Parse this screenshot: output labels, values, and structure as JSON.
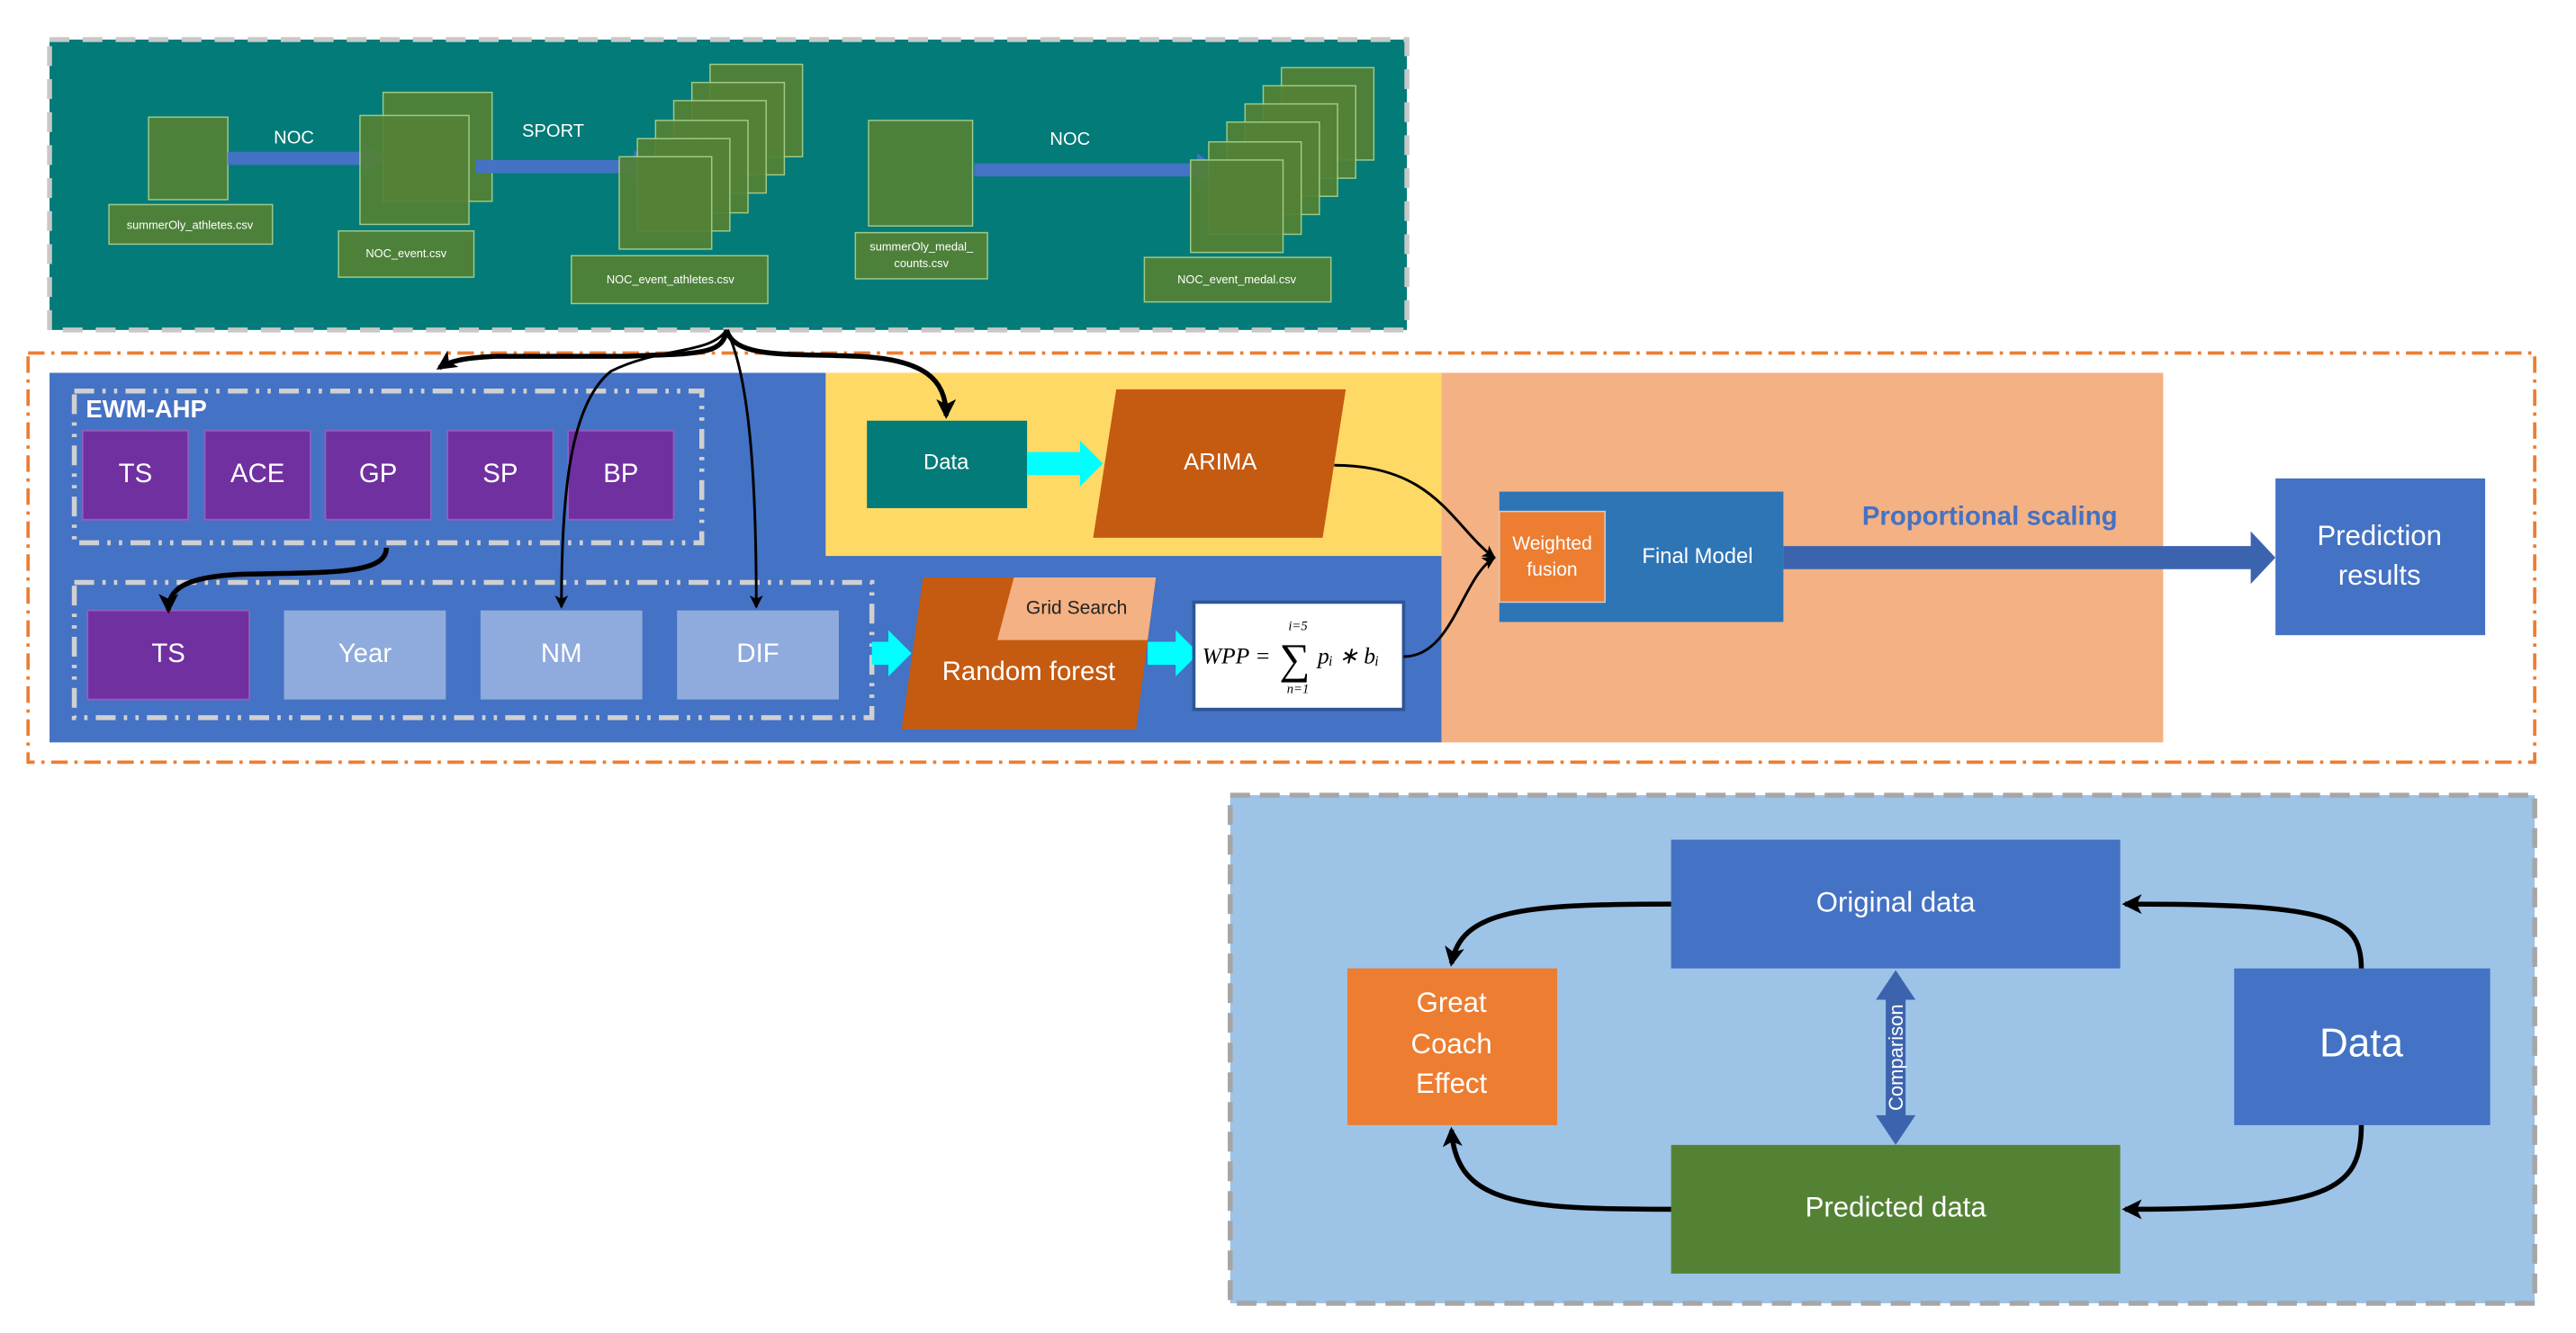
{
  "data_prep": {
    "files": {
      "athletes": "summerOly_athletes.csv",
      "noc_event": "NOC_event.csv",
      "noc_event_athletes": "NOC_event_athletes.csv",
      "medal_counts_line1": "summerOly_medal_",
      "medal_counts_line2": "counts.csv",
      "noc_event_medal": "NOC_event_medal.csv"
    },
    "arrows": {
      "noc_1": "NOC",
      "sport": "SPORT",
      "noc_2": "NOC"
    }
  },
  "ewm_ahp": {
    "title": "EWM-AHP",
    "indicators": [
      "TS",
      "ACE",
      "GP",
      "SP",
      "BP"
    ]
  },
  "features": [
    "TS",
    "Year",
    "NM",
    "DIF"
  ],
  "arima_branch": {
    "data": "Data",
    "model": "ARIMA"
  },
  "rf_branch": {
    "model": "Random forest",
    "tuning": "Grid Search",
    "formula": {
      "lhs": "WPP =",
      "sigma": "∑",
      "upper": "i=5",
      "lower": "n=1",
      "body": "pᵢ ∗ bᵢ"
    }
  },
  "fusion": {
    "weighted_line1": "Weighted",
    "weighted_line2": "fusion",
    "final_model": "Final Model",
    "scaling_label": "Proportional scaling",
    "result_line1": "Prediction",
    "result_line2": "results"
  },
  "coach_effect": {
    "original": "Original data",
    "predicted": "Predicted data",
    "comparison": "Comparison",
    "data": "Data",
    "effect_line1": "Great",
    "effect_line2": "Coach",
    "effect_line3": "Effect"
  },
  "colors": {
    "teal": "#037b78",
    "file_green": "#548235",
    "blue": "#4472c4",
    "yellow": "#ffd966",
    "peach": "#f4b183",
    "purple": "#7030a0",
    "light_blue": "#8faadc",
    "rust": "#c55a11",
    "cyan": "#00ffff",
    "orange": "#ed7d31",
    "final_blue": "#2e75b6",
    "sky": "#9dc3e6",
    "green": "#548235"
  }
}
